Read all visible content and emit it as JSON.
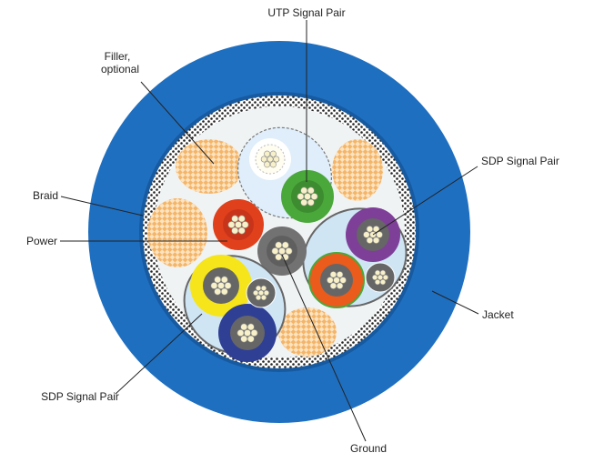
{
  "labels": {
    "utp_signal_pair": "UTP Signal Pair",
    "filler_line1": "Filler,",
    "filler_line2": "optional",
    "sdp_signal_pair_right": "SDP Signal Pair",
    "braid": "Braid",
    "power": "Power",
    "jacket": "Jacket",
    "sdp_signal_pair_left": "SDP Signal Pair",
    "ground": "Ground"
  },
  "colors": {
    "jacket": "#1f6fc0",
    "jacket_dark": "#175aa0",
    "braid": "#dcdcdc",
    "core": "#f0f3f4",
    "filler": "#f6c88a",
    "sdp_bg": "#cfe5f4",
    "utp_bg": "#dfeefa",
    "power": "#e0401c",
    "ground": "#727272",
    "utp_green": "#4aa83a",
    "purple": "#7e3f98",
    "orange": "#ea5b1c",
    "yellow": "#f5e51a",
    "navy": "#2f3f94",
    "inner_gray": "#666666",
    "strand": "#f7f0c8"
  }
}
